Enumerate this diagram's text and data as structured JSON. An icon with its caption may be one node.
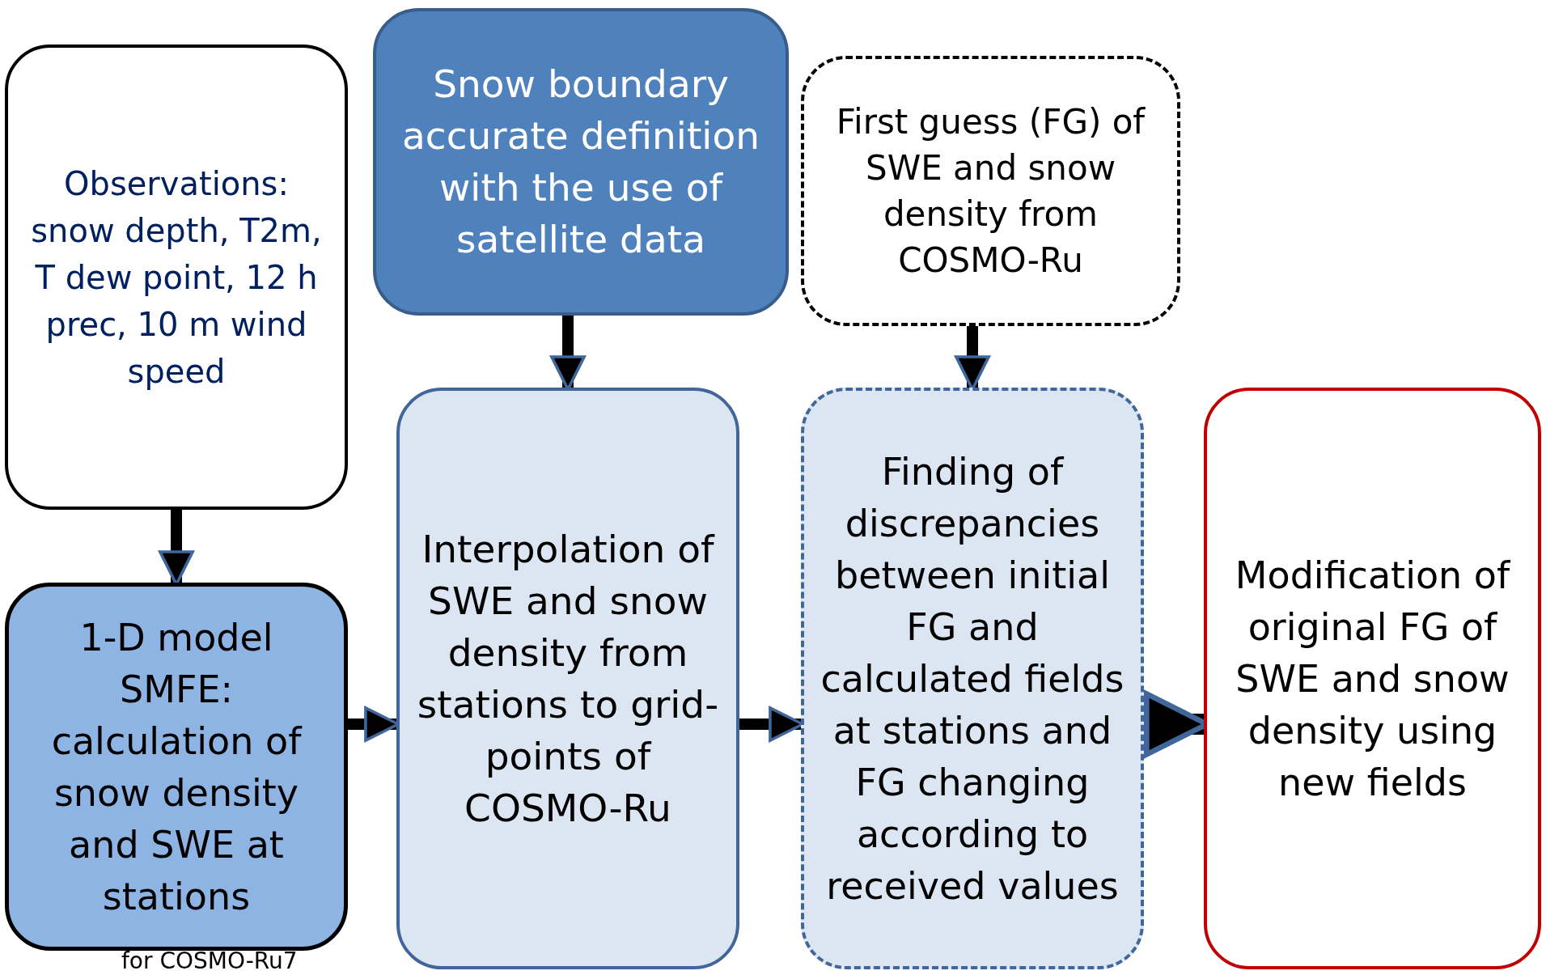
{
  "diagram": {
    "nodes": [
      {
        "text": [
          "Observations: snow depth, T2m, T dew point, 12 h prec, 10 m wind speed"
        ]
      },
      {
        "text": [
          "Snow boundary accurate definition with the use of satellite data"
        ]
      },
      {
        "text": [
          "First guess (FG) of SWE and snow density from COSMO-Ru"
        ]
      },
      {
        "text": [
          "1-D model SMFE: calculation of snow density and SWE at stations"
        ]
      },
      {
        "text": [
          "Interpolation of SWE and snow density from stations to grid-points of COSMO-Ru"
        ]
      },
      {
        "text": [
          "Finding of discrepancies between initial FG and calculated fields at stations and FG changing according to received values"
        ]
      },
      {
        "text": [
          "Modification of original FG of SWE and snow density using new fields"
        ]
      }
    ],
    "edges": [
      {
        "from": 0,
        "to": 3,
        "arrow": "to"
      },
      {
        "from": 1,
        "to": 4,
        "arrow": "to"
      },
      {
        "from": 2,
        "to": 5,
        "arrow": "to"
      },
      {
        "from": 3,
        "to": 4,
        "arrow": "to"
      },
      {
        "from": 4,
        "to": 5,
        "arrow": "to"
      },
      {
        "from": 5,
        "to": 6,
        "arrow": "to",
        "style": "thick"
      }
    ],
    "labels": [
      "for COSMO-Ru7"
    ]
  }
}
